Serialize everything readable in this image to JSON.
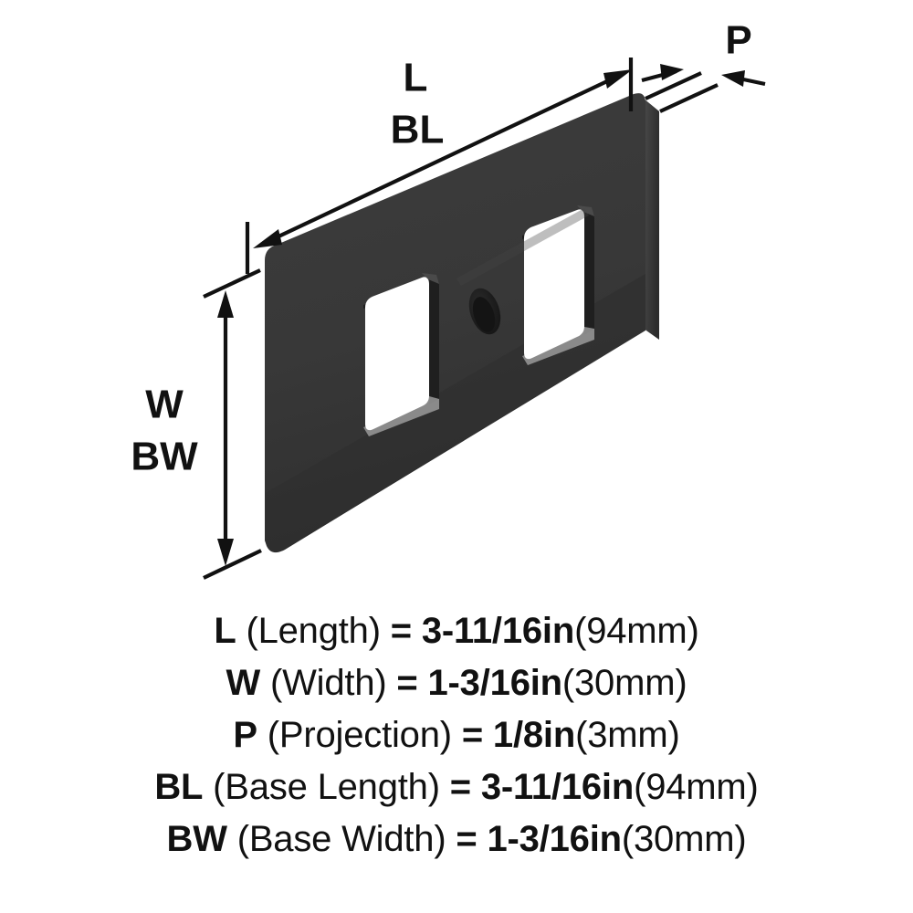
{
  "diagram": {
    "title": "Backplate dimension diagram",
    "product_colors": {
      "face": "#383838",
      "face_shadow": "#303030",
      "top_edge": "#adadad",
      "end_edge": "#9a9a9a",
      "inner_wall": "#2a2a2a",
      "inner_wall_light": "#8f8f8f",
      "hole": "#1e1e1e",
      "background": "#ffffff",
      "line": "#111111"
    },
    "callouts": [
      {
        "id": "L",
        "label": "L",
        "name": "length-callout"
      },
      {
        "id": "BL",
        "label": "BL",
        "name": "base-length-callout"
      },
      {
        "id": "W",
        "label": "W",
        "name": "width-callout"
      },
      {
        "id": "BW",
        "label": "BW",
        "name": "base-width-callout"
      },
      {
        "id": "P",
        "label": "P",
        "name": "projection-callout"
      }
    ]
  },
  "legend": {
    "rows": [
      {
        "symbol": "L",
        "name": "(Length)",
        "equals": "=",
        "value": "3-11/16in",
        "metric": "(94mm)"
      },
      {
        "symbol": "W",
        "name": "(Width)",
        "equals": "=",
        "value": "1-3/16in",
        "metric": "(30mm)"
      },
      {
        "symbol": "P",
        "name": "(Projection)",
        "equals": "=",
        "value": "1/8in",
        "metric": "(3mm)"
      },
      {
        "symbol": "BL",
        "name": "(Base Length)",
        "equals": "=",
        "value": "3-11/16in",
        "metric": "(94mm)"
      },
      {
        "symbol": "BW",
        "name": "(Base Width)",
        "equals": "=",
        "value": "1-3/16in",
        "metric": "(30mm)"
      }
    ]
  }
}
